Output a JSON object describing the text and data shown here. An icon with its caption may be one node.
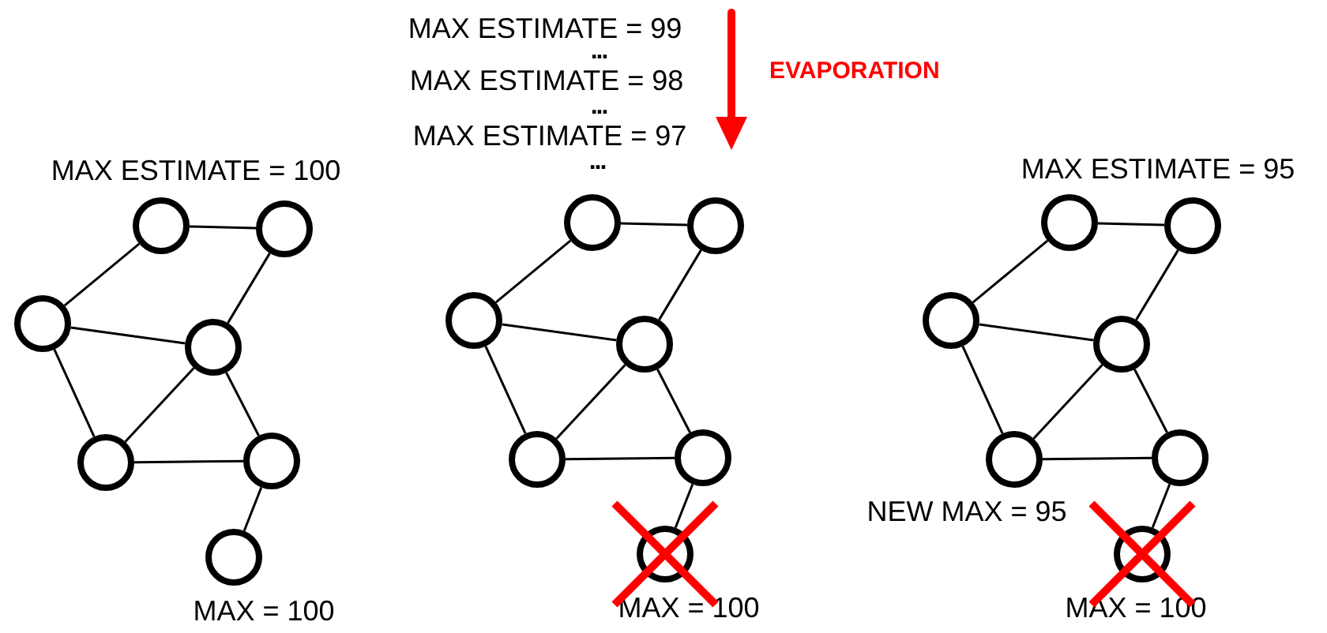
{
  "diagram": {
    "nodes": [
      {
        "text": [],
        "shape": "circle"
      },
      {
        "text": [],
        "shape": "circle"
      },
      {
        "text": [],
        "shape": "circle"
      },
      {
        "text": [],
        "shape": "circle"
      },
      {
        "text": [],
        "shape": "circle"
      },
      {
        "text": [],
        "shape": "circle"
      },
      {
        "text": [],
        "shape": "circle",
        "beside": [
          "MAX = 100"
        ]
      },
      {
        "text": [],
        "shape": "circle"
      },
      {
        "text": [],
        "shape": "circle"
      },
      {
        "text": [],
        "shape": "circle"
      },
      {
        "text": [],
        "shape": "circle"
      },
      {
        "text": [],
        "shape": "circle"
      },
      {
        "text": [],
        "shape": "circle"
      },
      {
        "text": [],
        "shape": "circle",
        "beside": [
          "MAX = 100"
        ]
      },
      {
        "text": [],
        "shape": "circle"
      },
      {
        "text": [],
        "shape": "circle"
      },
      {
        "text": [],
        "shape": "circle"
      },
      {
        "text": [],
        "shape": "circle"
      },
      {
        "text": [],
        "shape": "circle"
      },
      {
        "text": [],
        "shape": "circle"
      },
      {
        "text": [],
        "shape": "circle",
        "beside": [
          "MAX = 100"
        ]
      }
    ],
    "edges": [
      {
        "from": 0,
        "to": 1,
        "arrow": "none"
      },
      {
        "from": 0,
        "to": 2,
        "arrow": "none"
      },
      {
        "from": 1,
        "to": 3,
        "arrow": "none"
      },
      {
        "from": 2,
        "to": 3,
        "arrow": "none"
      },
      {
        "from": 2,
        "to": 4,
        "arrow": "none"
      },
      {
        "from": 3,
        "to": 4,
        "arrow": "none"
      },
      {
        "from": 3,
        "to": 5,
        "arrow": "none"
      },
      {
        "from": 4,
        "to": 5,
        "arrow": "none"
      },
      {
        "from": 5,
        "to": 6,
        "arrow": "none"
      },
      {
        "from": 7,
        "to": 8,
        "arrow": "none"
      },
      {
        "from": 7,
        "to": 9,
        "arrow": "none"
      },
      {
        "from": 8,
        "to": 10,
        "arrow": "none"
      },
      {
        "from": 9,
        "to": 10,
        "arrow": "none"
      },
      {
        "from": 9,
        "to": 11,
        "arrow": "none"
      },
      {
        "from": 10,
        "to": 11,
        "arrow": "none"
      },
      {
        "from": 10,
        "to": 12,
        "arrow": "none"
      },
      {
        "from": 11,
        "to": 12,
        "arrow": "none"
      },
      {
        "from": 12,
        "to": 13,
        "arrow": "none"
      },
      {
        "from": 14,
        "to": 15,
        "arrow": "none"
      },
      {
        "from": 14,
        "to": 16,
        "arrow": "none"
      },
      {
        "from": 15,
        "to": 17,
        "arrow": "none"
      },
      {
        "from": 16,
        "to": 17,
        "arrow": "none"
      },
      {
        "from": 16,
        "to": 18,
        "arrow": "none"
      },
      {
        "from": 17,
        "to": 18,
        "arrow": "none"
      },
      {
        "from": 17,
        "to": 19,
        "arrow": "none"
      },
      {
        "from": 18,
        "to": 19,
        "arrow": "none"
      },
      {
        "from": 19,
        "to": 20,
        "arrow": "none"
      }
    ],
    "labels": [
      "MAX ESTIMATE = 99",
      "...",
      "MAX ESTIMATE = 98",
      "...",
      "MAX ESTIMATE = 97",
      "...",
      "EVAPORATION",
      "MAX ESTIMATE = 100",
      "MAX ESTIMATE = 95",
      "NEW MAX = 95"
    ]
  }
}
